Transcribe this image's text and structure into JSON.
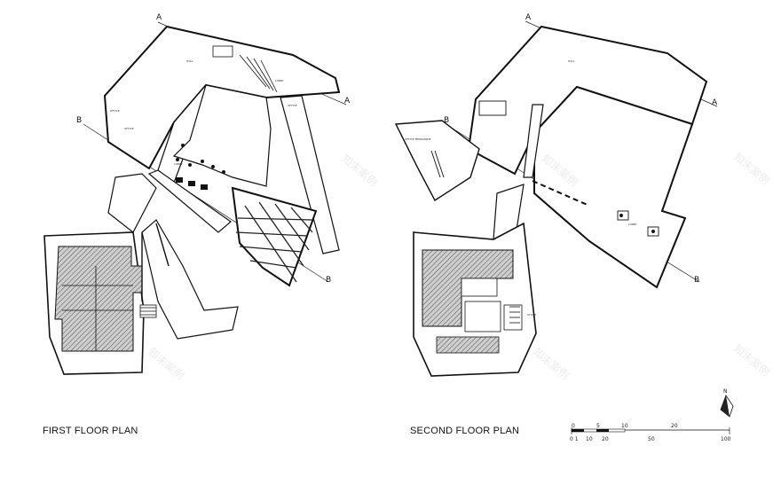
{
  "captions": {
    "first_floor": "FIRST FLOOR PLAN",
    "second_floor": "SECOND FLOOR PLAN"
  },
  "section_marks": {
    "a": "A",
    "b": "B"
  },
  "north": "N",
  "scale_bar": {
    "upper": [
      "0",
      "5",
      "10",
      "20"
    ],
    "lower": [
      "0 1",
      "10",
      "20",
      "50",
      "100"
    ]
  },
  "room_labels": {
    "lobby": "LOBBY",
    "office": "OFFICE",
    "hall": "HALL",
    "mezzanine": "OFFICE MEZZANINE",
    "store": "STORE"
  },
  "watermark": "知末案例"
}
